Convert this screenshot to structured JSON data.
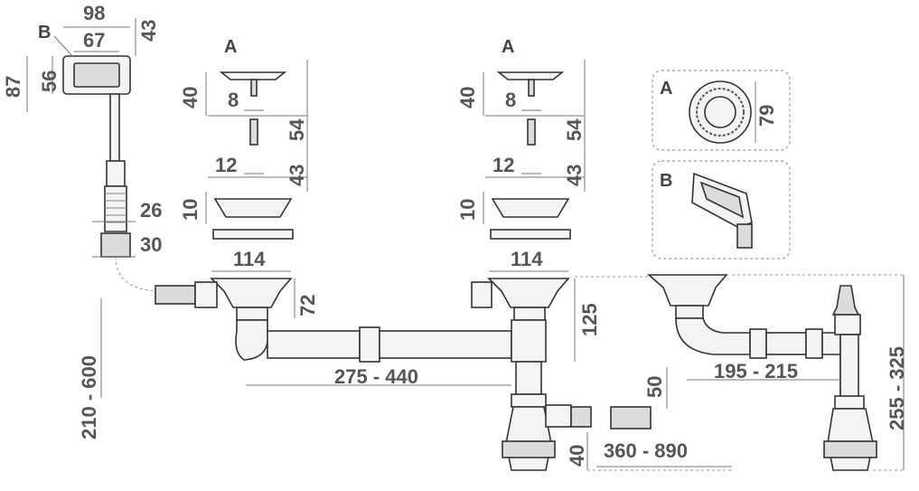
{
  "labels": {
    "a": "A",
    "b": "B"
  },
  "dimensions": {
    "overflow_width": "98",
    "overflow_inner_width": "67",
    "overflow_depth": "43",
    "overflow_height": "87",
    "overflow_inner_height": "56",
    "overflow_hose_outer": "26",
    "overflow_hose_connector": "30",
    "overflow_hose_length": "210 - 600",
    "plug_height_1": "40",
    "plug_stem_1": "8",
    "plug_total_1": "54",
    "screw_width_1": "12",
    "screw_length_1": "43",
    "strainer_height_1": "10",
    "drain_width_1": "114",
    "drain_depth_1": "72",
    "plug_height_2": "40",
    "plug_stem_2": "8",
    "plug_total_2": "54",
    "screw_width_2": "12",
    "screw_length_2": "43",
    "strainer_height_2": "10",
    "drain_width_2": "114",
    "drain_to_pipe": "125",
    "bowl_spacing": "275 - 440",
    "outlet_offset": "50",
    "outlet_height": "40",
    "outlet_length": "360 - 890",
    "alt_spacing": "195 - 215",
    "trap_height": "255 - 325",
    "detail_a_diameter": "79"
  }
}
